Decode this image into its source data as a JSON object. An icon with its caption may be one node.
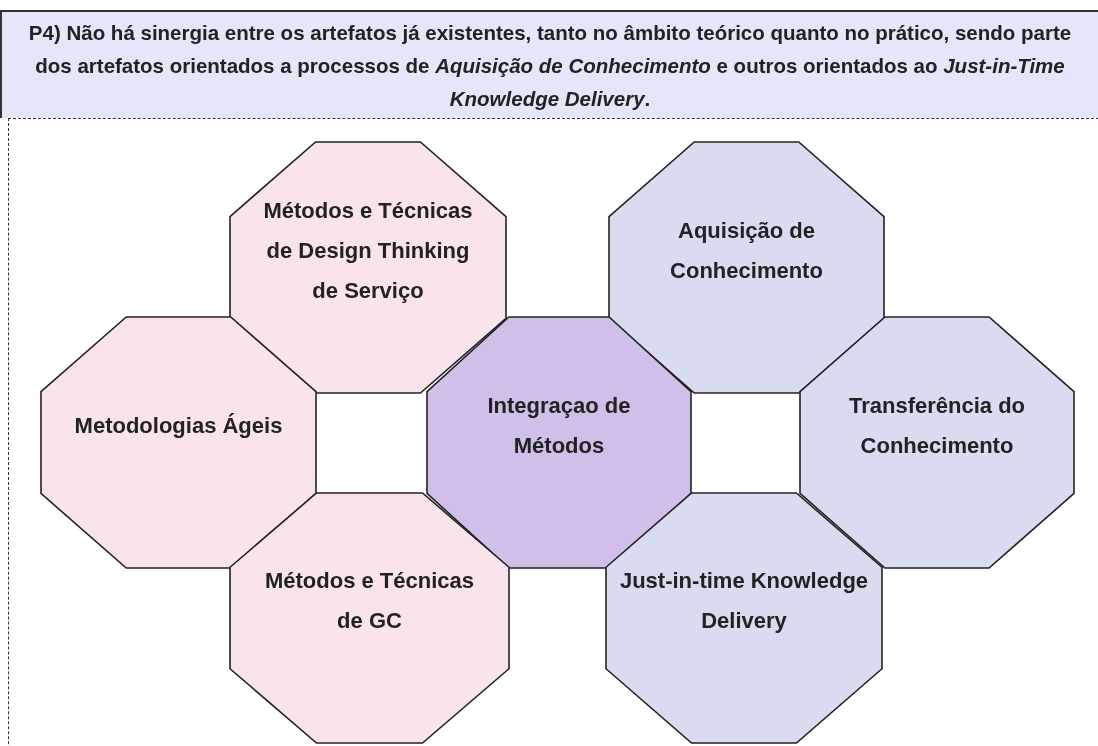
{
  "diagram": {
    "nodes": [
      {
        "text": [
          "P4) Não há sinergia entre os artefatos já existentes, tanto no âmbito teórico quanto no prático, sendo parte dos artefatos orientados a processos de *Aquisição de Conhecimento* e outros orientados ao *Just-in-Time Knowledge Delivery*."
        ]
      },
      {
        "text": [
          "Métodos e Técnicas de Design Thinking de Serviço"
        ]
      },
      {
        "text": [
          "Aquisição de Conhecimento"
        ]
      },
      {
        "text": [
          "Metodologias Ágeis"
        ]
      },
      {
        "text": [
          "Integraçao de Métodos"
        ]
      },
      {
        "text": [
          "Transferência do Conhecimento"
        ]
      },
      {
        "text": [
          "Métodos e Técnicas de GC"
        ]
      },
      {
        "text": [
          "Just-in-time Knowledge Delivery"
        ]
      }
    ]
  }
}
